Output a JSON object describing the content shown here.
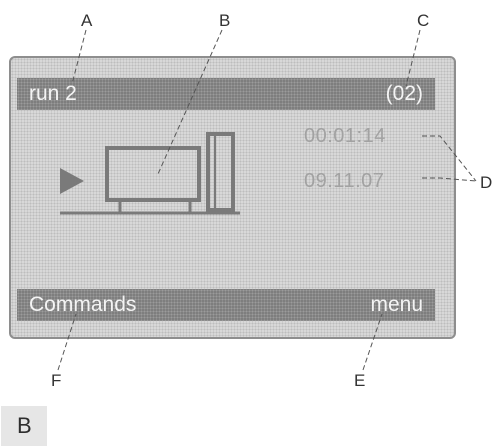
{
  "callouts": {
    "a": "A",
    "b": "B",
    "c": "C",
    "d": "D",
    "e": "E",
    "f": "F"
  },
  "display": {
    "program_name": "run 2",
    "program_number": "(02)",
    "time": "00:01:14",
    "date": "09.11.07",
    "softkey_left": "Commands",
    "softkey_right": "menu"
  },
  "figure_tag": "B",
  "colors": {
    "panel": "#d9d9d9",
    "bar": "#7d7d7d",
    "icon": "#7a7a7a",
    "leader": "#555555"
  },
  "icons": [
    "play-arrow-icon",
    "monitor-icon",
    "tower-icon"
  ]
}
